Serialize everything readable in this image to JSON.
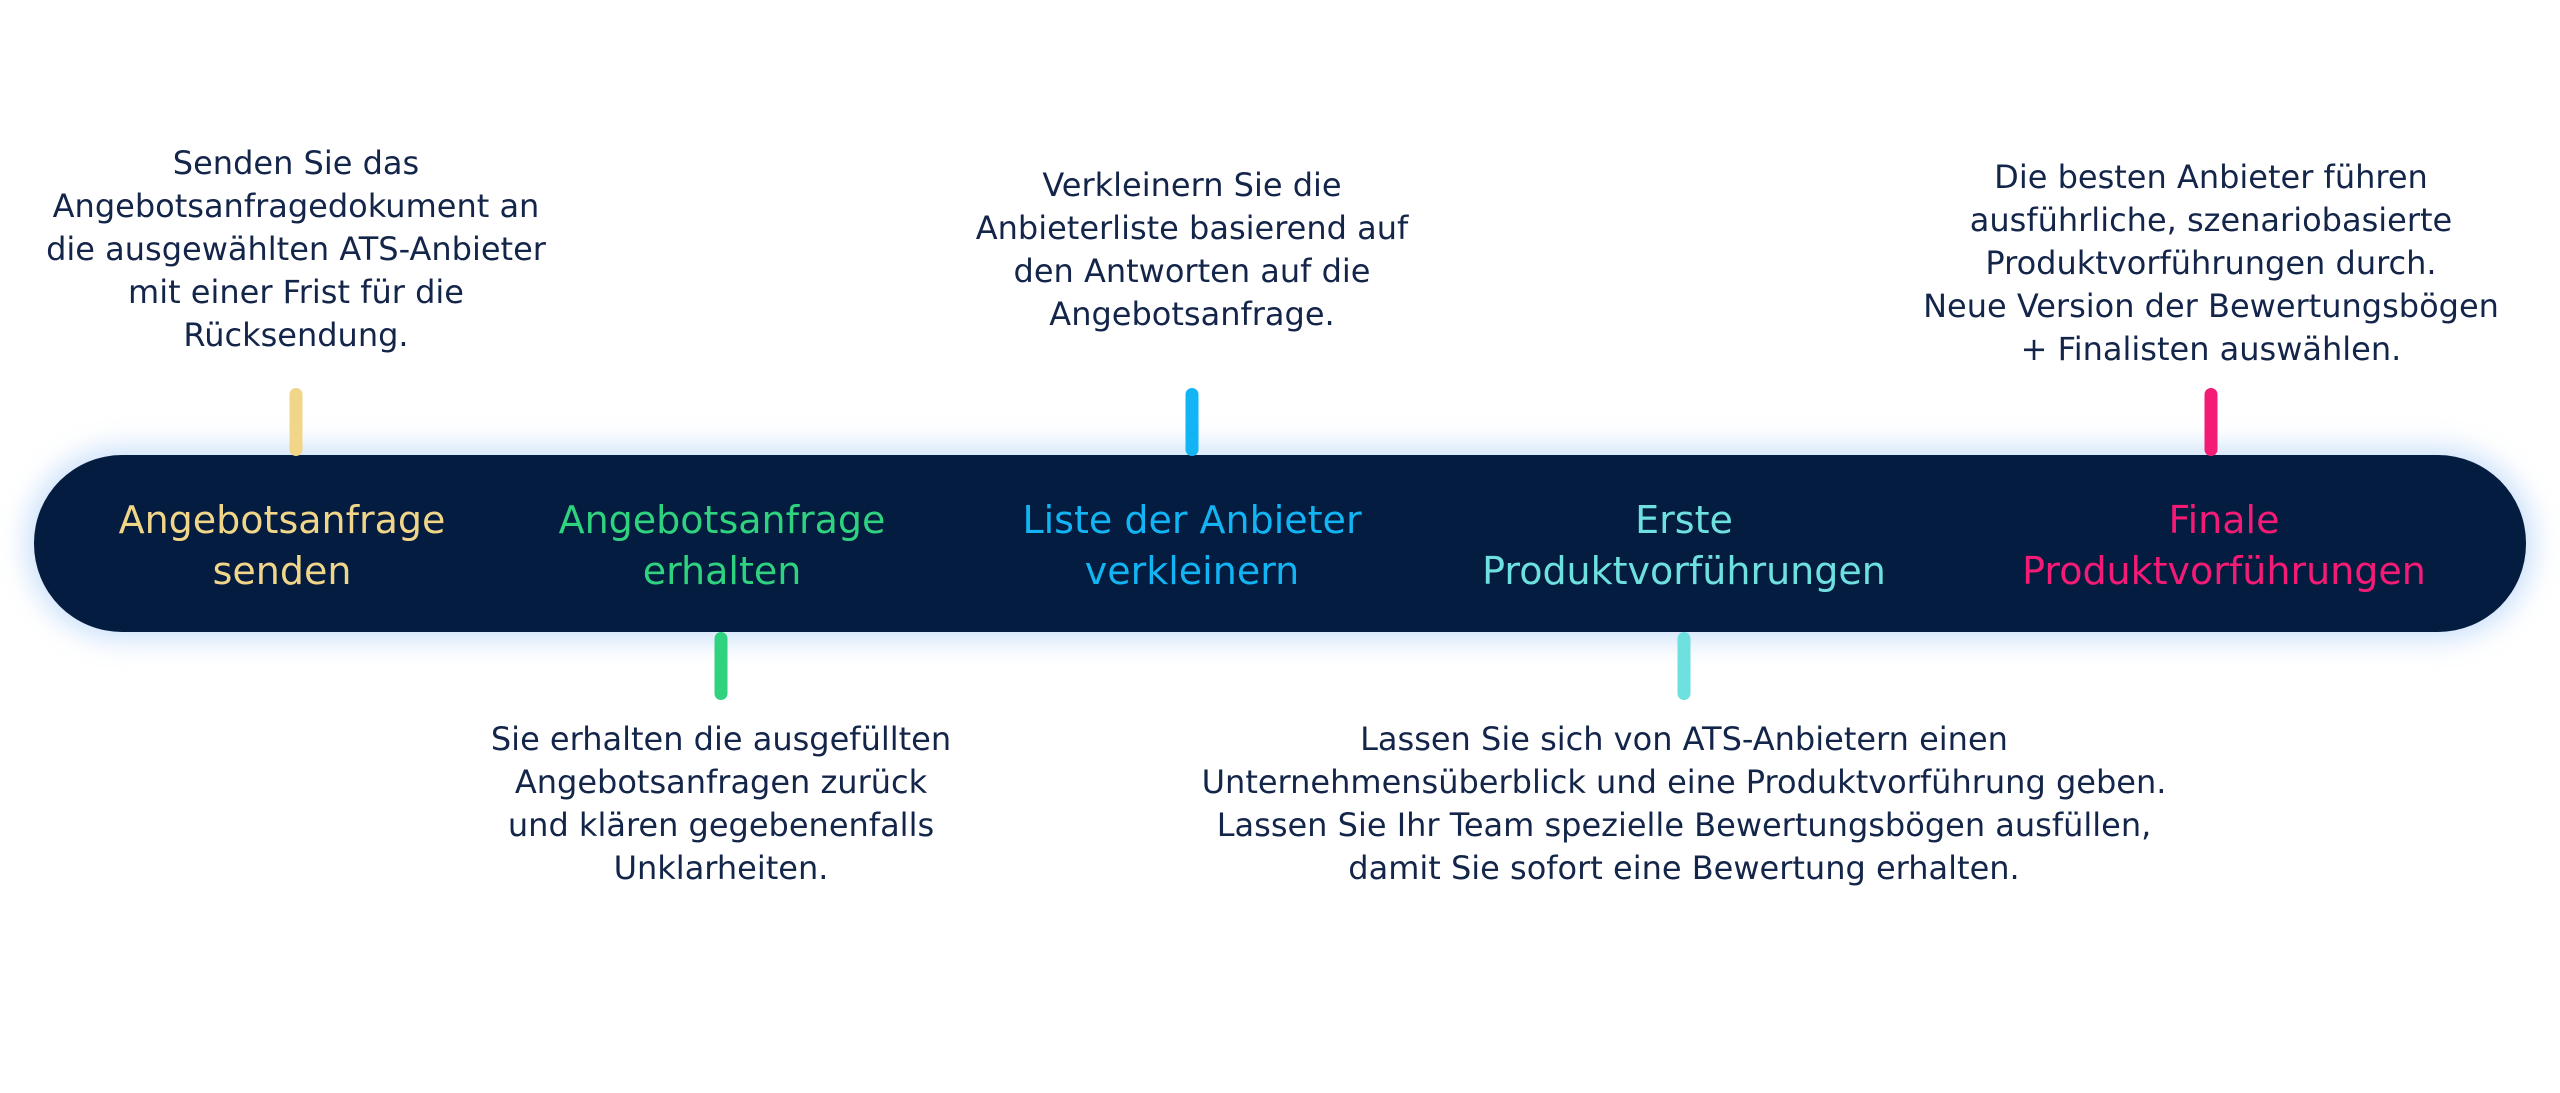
{
  "steps": [
    {
      "lines": [
        "Angebotsanfrage",
        "senden"
      ],
      "color": "#f1d68a",
      "description": [
        "Senden Sie das",
        "Angebotsanfragedokument an",
        "die ausgewählten ATS-Anbieter",
        "mit einer Frist für die",
        "Rücksendung."
      ]
    },
    {
      "lines": [
        "Angebotsanfrage",
        "erhalten"
      ],
      "color": "#2fd27e",
      "description": [
        "Sie erhalten die ausgefüllten",
        "Angebotsanfragen zurück",
        "und klären gegebenenfalls",
        "Unklarheiten."
      ]
    },
    {
      "lines": [
        "Liste der Anbieter",
        "verkleinern"
      ],
      "color": "#12b4f4",
      "description": [
        "Verkleinern Sie die",
        "Anbieterliste basierend auf",
        "den Antworten auf die",
        "Angebotsanfrage."
      ]
    },
    {
      "lines": [
        "Erste",
        "Produktvorführungen"
      ],
      "color": "#6ee0e0",
      "description": [
        "Lassen Sie sich von ATS-Anbietern einen",
        "Unternehmensüberblick und eine Produktvorführung geben.",
        "Lassen Sie Ihr Team spezielle Bewertungsbögen ausfüllen,",
        "damit Sie sofort eine Bewertung erhalten."
      ]
    },
    {
      "lines": [
        "Finale",
        "Produktvorführungen"
      ],
      "color": "#f41b76",
      "description": [
        "Die besten Anbieter führen",
        "ausführliche, szenariobasierte",
        "Produktvorführungen durch.",
        "Neue Version der Bewertungsbögen",
        "+ Finalisten auswählen."
      ]
    }
  ]
}
